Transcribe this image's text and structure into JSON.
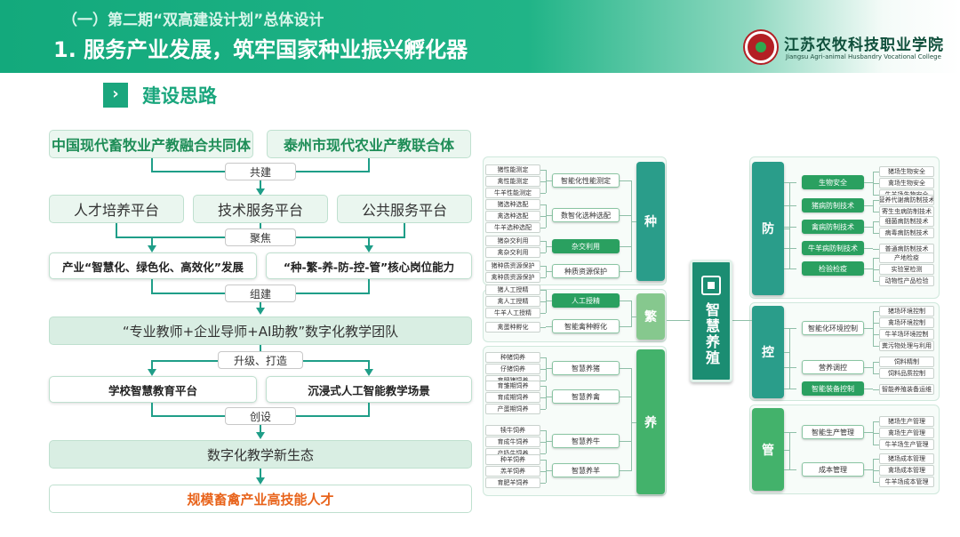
{
  "header": {
    "subtitle": "（一）第二期“双高建设计划”总体设计",
    "title": "1. 服务产业发展，筑牢国家种业振兴孵化器",
    "school_cn": "江苏农牧科技职业学院",
    "school_en": "Jiangsu Agri-animal Husbandry Vocational College"
  },
  "section": {
    "icon": "chevron-right-icon",
    "label": "建设思路"
  },
  "left": {
    "top": [
      "中国现代畜牧业产教融合共同体",
      "泰州市现代农业产教联合体"
    ],
    "c1": "共建",
    "platforms": [
      "人才培养平台",
      "技术服务平台",
      "公共服务平台"
    ],
    "c2": "聚焦",
    "focus": [
      "产业“智慧化、绿色化、高效化”发展",
      "“种-繁-养-防-控-管”核心岗位能力"
    ],
    "c3": "组建",
    "team": "“专业教师+企业导师+AI助教”数字化教学团队",
    "c4": "升级、打造",
    "builds": [
      "学校智慧教育平台",
      "沉浸式人工智能教学场景"
    ],
    "c5": "创设",
    "eco": "数字化教学新生态",
    "talent": "规模畜禽产业高技能人才"
  },
  "center": {
    "label": "智慧养殖",
    "icon": "chip-icon"
  },
  "zhong": {
    "label": "种",
    "mods": [
      {
        "name": "智能化性能测定",
        "items": [
          "猪性能测定",
          "禽性能测定",
          "牛羊性能测定"
        ]
      },
      {
        "name": "数智化选种选配",
        "items": [
          "猪选种选配",
          "禽选种选配",
          "牛羊选种选配"
        ]
      },
      {
        "name": "杂交利用",
        "items": [
          "猪杂交利用",
          "禽杂交利用"
        ]
      },
      {
        "name": "种质资源保护",
        "items": [
          "猪种质资源保护",
          "禽种质资源保护"
        ]
      }
    ]
  },
  "fan": {
    "label": "繁",
    "mods": [
      {
        "name": "人工授精",
        "items": [
          "猪人工授精",
          "禽人工授精",
          "牛羊人工授精"
        ]
      },
      {
        "name": "智能禽种孵化",
        "items": [
          "禽蛋种孵化"
        ]
      }
    ]
  },
  "yang": {
    "label": "养",
    "mods": [
      {
        "name": "智慧养猪",
        "items": [
          "种猪饲养",
          "仔猪饲养",
          "育肥猪饲养"
        ]
      },
      {
        "name": "智慧养禽",
        "items": [
          "育雏期饲养",
          "育成期饲养",
          "产蛋期饲养"
        ]
      },
      {
        "name": "智慧养牛",
        "items": [
          "犊牛饲养",
          "育成牛饲养",
          "产奶牛饲养"
        ]
      },
      {
        "name": "智慧养羊",
        "items": [
          "种羊饲养",
          "羔羊饲养",
          "育肥羊饲养"
        ]
      }
    ]
  },
  "fang": {
    "label": "防",
    "mods": [
      {
        "name": "生物安全",
        "items": [
          "猪场生物安全",
          "禽场生物安全",
          "牛羊场生物安全"
        ]
      },
      {
        "name": "猪病防制技术",
        "items": [
          "营养代谢病防制技术",
          "寄生虫病防制技术"
        ]
      },
      {
        "name": "禽病防制技术",
        "items": [
          "细菌病防制技术",
          "病毒病防制技术"
        ]
      },
      {
        "name": "牛羊病防制技术",
        "items": [
          "普通病防制技术"
        ]
      },
      {
        "name": "检验检疫",
        "items": [
          "产地检疫",
          "实验室检测",
          "动物性产品检验"
        ]
      }
    ]
  },
  "kong": {
    "label": "控",
    "mods": [
      {
        "name": "智能化环境控制",
        "items": [
          "猪场环境控制",
          "禽场环境控制",
          "牛羊场环境控制",
          "粪污物处理与利用"
        ]
      },
      {
        "name": "营养调控",
        "items": [
          "饲料精制",
          "饲料品质控制"
        ]
      },
      {
        "name": "智能装备控制",
        "items": [
          "智能养殖装备运维"
        ]
      }
    ]
  },
  "guan": {
    "label": "管",
    "mods": [
      {
        "name": "智能生产管理",
        "items": [
          "猪场生产管理",
          "禽场生产管理",
          "牛羊场生产管理"
        ]
      },
      {
        "name": "成本管理",
        "items": [
          "猪场成本管理",
          "禽场成本管理",
          "牛羊场成本管理"
        ]
      }
    ]
  },
  "colors": {
    "header": "#1aa67d",
    "accent": "#1f9e88",
    "talent": "#e8641c",
    "zhong": "#2a9d8a",
    "fan": "#86c88e",
    "yang": "#43b26b"
  }
}
